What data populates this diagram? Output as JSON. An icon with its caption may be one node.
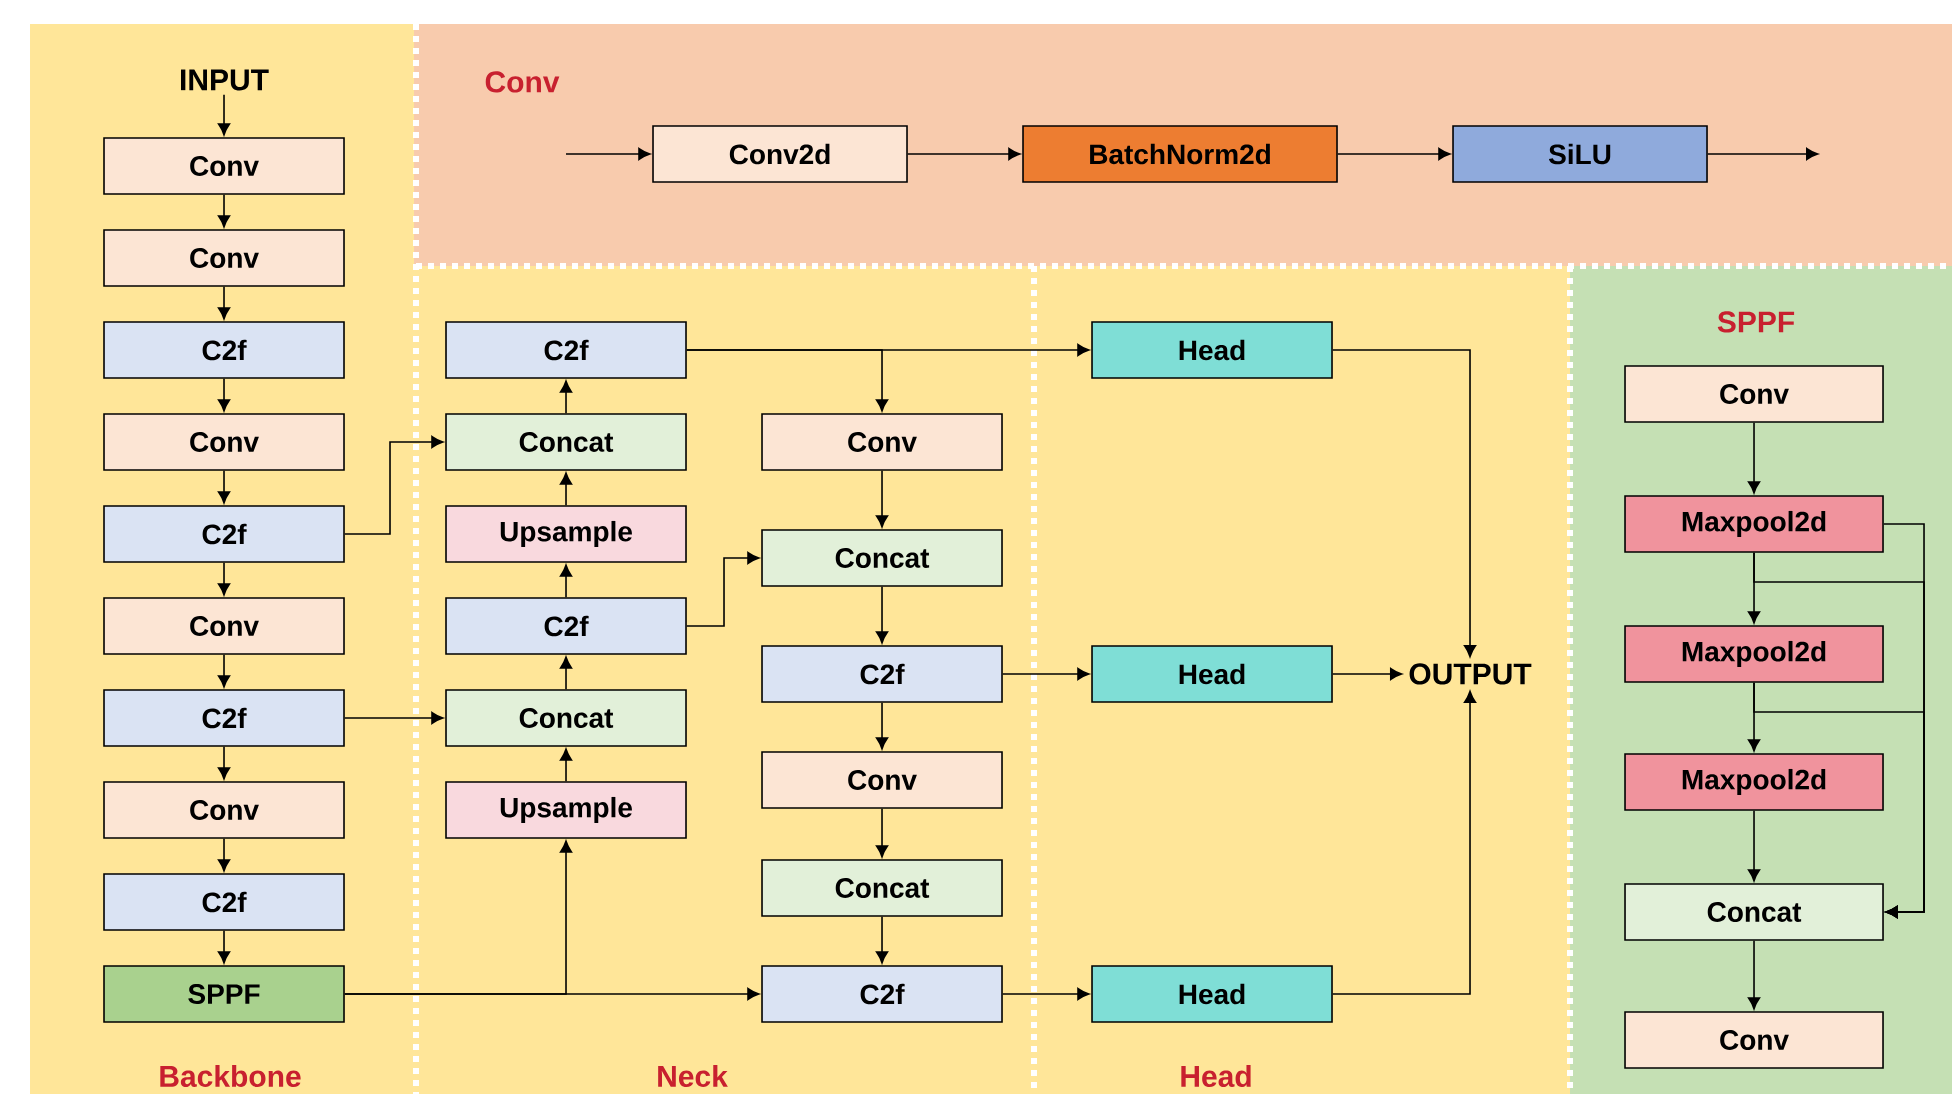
{
  "diagram": {
    "nodes": [
      {
        "text": [
          "Backbone"
        ]
      },
      {
        "text": [
          "Conv"
        ]
      },
      {
        "text": [
          "Neck"
        ]
      },
      {
        "text": [
          "Head"
        ]
      },
      {
        "text": [
          "SPPF"
        ]
      },
      {
        "text": [
          "INPUT"
        ],
        "in": 0
      },
      {
        "text": [
          "Conv"
        ],
        "in": 0
      },
      {
        "text": [
          "Conv"
        ],
        "in": 0
      },
      {
        "text": [
          "C2f"
        ],
        "in": 0
      },
      {
        "text": [
          "Conv"
        ],
        "in": 0
      },
      {
        "text": [
          "C2f"
        ],
        "in": 0
      },
      {
        "text": [
          "Conv"
        ],
        "in": 0
      },
      {
        "text": [
          "C2f"
        ],
        "in": 0
      },
      {
        "text": [
          "Conv"
        ],
        "in": 0
      },
      {
        "text": [
          "C2f"
        ],
        "in": 0
      },
      {
        "text": [
          "SPPF"
        ],
        "in": 0
      },
      {
        "text": [
          "Conv2d"
        ],
        "in": 1
      },
      {
        "text": [
          "BatchNorm2d"
        ],
        "in": 1
      },
      {
        "text": [
          "SiLU"
        ],
        "in": 1
      },
      {
        "text": [
          "C2f"
        ],
        "in": 2
      },
      {
        "text": [
          "Concat"
        ],
        "in": 2
      },
      {
        "text": [
          "Upsample"
        ],
        "in": 2
      },
      {
        "text": [
          "C2f"
        ],
        "in": 2
      },
      {
        "text": [
          "Concat"
        ],
        "in": 2
      },
      {
        "text": [
          "Upsample"
        ],
        "in": 2
      },
      {
        "text": [
          "Conv"
        ],
        "in": 2
      },
      {
        "text": [
          "Concat"
        ],
        "in": 2
      },
      {
        "text": [
          "C2f"
        ],
        "in": 2
      },
      {
        "text": [
          "Conv"
        ],
        "in": 2
      },
      {
        "text": [
          "Concat"
        ],
        "in": 2
      },
      {
        "text": [
          "C2f"
        ],
        "in": 2
      },
      {
        "text": [
          "Head"
        ],
        "in": 3
      },
      {
        "text": [
          "Head"
        ],
        "in": 3
      },
      {
        "text": [
          "Head"
        ],
        "in": 3
      },
      {
        "text": [
          "OUTPUT"
        ],
        "in": 3
      },
      {
        "text": [
          "Conv"
        ],
        "in": 4
      },
      {
        "text": [
          "Maxpool2d"
        ],
        "in": 4
      },
      {
        "text": [
          "Maxpool2d"
        ],
        "in": 4
      },
      {
        "text": [
          "Maxpool2d"
        ],
        "in": 4
      },
      {
        "text": [
          "Concat"
        ],
        "in": 4
      },
      {
        "text": [
          "Conv"
        ],
        "in": 4
      }
    ],
    "edges": [
      {
        "from": 5,
        "to": 6,
        "arrow": "to"
      },
      {
        "from": 6,
        "to": 7,
        "arrow": "to"
      },
      {
        "from": 7,
        "to": 8,
        "arrow": "to"
      },
      {
        "from": 8,
        "to": 9,
        "arrow": "to"
      },
      {
        "from": 9,
        "to": 10,
        "arrow": "to"
      },
      {
        "from": 10,
        "to": 11,
        "arrow": "to"
      },
      {
        "from": 11,
        "to": 12,
        "arrow": "to"
      },
      {
        "from": 12,
        "to": 13,
        "arrow": "to"
      },
      {
        "from": 13,
        "to": 14,
        "arrow": "to"
      },
      {
        "from": 14,
        "to": 15,
        "arrow": "to"
      },
      {
        "from": null,
        "to": 16,
        "arrow": "to"
      },
      {
        "from": 16,
        "to": 17,
        "arrow": "to"
      },
      {
        "from": 17,
        "to": 18,
        "arrow": "to"
      },
      {
        "from": 18,
        "to": null,
        "arrow": "to"
      },
      {
        "from": 10,
        "to": 20,
        "arrow": "to"
      },
      {
        "from": 12,
        "to": 23,
        "arrow": "to"
      },
      {
        "from": 15,
        "to": 24,
        "arrow": "to"
      },
      {
        "from": 15,
        "to": 30,
        "arrow": "to"
      },
      {
        "from": 24,
        "to": 23,
        "arrow": "to"
      },
      {
        "from": 23,
        "to": 22,
        "arrow": "to"
      },
      {
        "from": 22,
        "to": 21,
        "arrow": "to"
      },
      {
        "from": 21,
        "to": 20,
        "arrow": "to"
      },
      {
        "from": 20,
        "to": 19,
        "arrow": "to"
      },
      {
        "from": 22,
        "to": 26,
        "arrow": "to"
      },
      {
        "from": 19,
        "to": 25,
        "arrow": "to"
      },
      {
        "from": 19,
        "to": 31,
        "arrow": "to"
      },
      {
        "from": 25,
        "to": 26,
        "arrow": "to"
      },
      {
        "from": 26,
        "to": 27,
        "arrow": "to"
      },
      {
        "from": 27,
        "to": 28,
        "arrow": "to"
      },
      {
        "from": 28,
        "to": 29,
        "arrow": "to"
      },
      {
        "from": 29,
        "to": 30,
        "arrow": "to"
      },
      {
        "from": 27,
        "to": 32,
        "arrow": "to"
      },
      {
        "from": 30,
        "to": 33,
        "arrow": "to"
      },
      {
        "from": 31,
        "to": 34,
        "arrow": "to"
      },
      {
        "from": 32,
        "to": 34,
        "arrow": "to"
      },
      {
        "from": 33,
        "to": 34,
        "arrow": "to"
      },
      {
        "from": 35,
        "to": 36,
        "arrow": "to"
      },
      {
        "from": 36,
        "to": 37,
        "arrow": "to"
      },
      {
        "from": 37,
        "to": 38,
        "arrow": "to"
      },
      {
        "from": 38,
        "to": 39,
        "arrow": "to"
      },
      {
        "from": 39,
        "to": 40,
        "arrow": "to"
      },
      {
        "from": 36,
        "to": 39,
        "arrow": "to"
      },
      {
        "from": 36,
        "to": 39,
        "arrow": "to"
      },
      {
        "from": 37,
        "to": 39,
        "arrow": "to"
      }
    ]
  }
}
